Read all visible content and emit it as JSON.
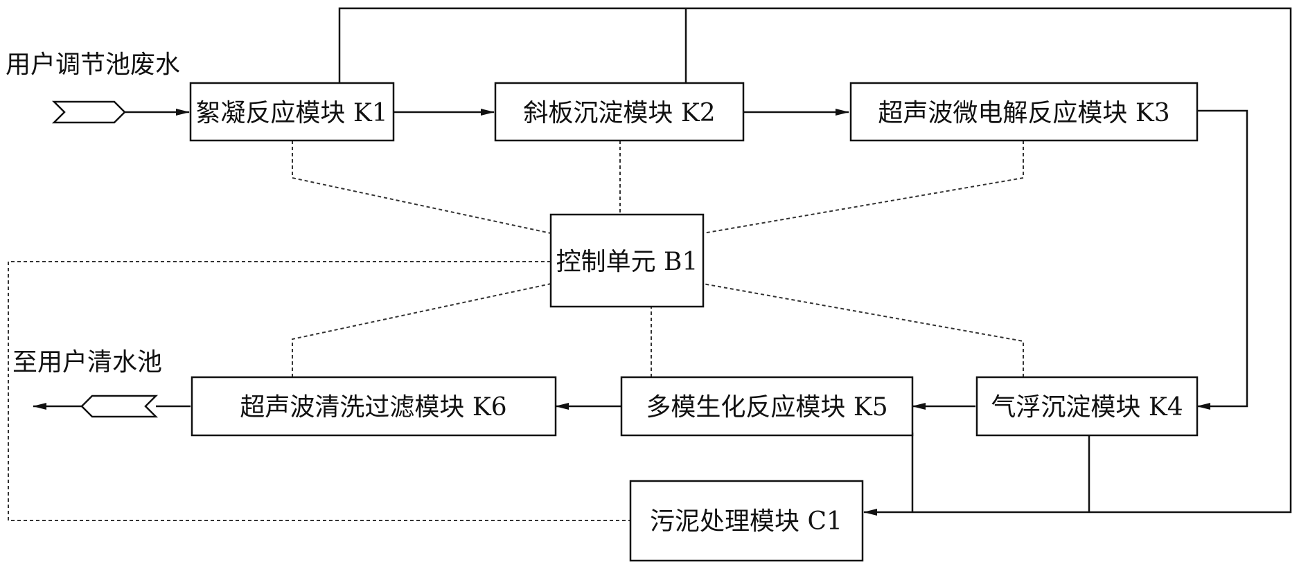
{
  "inputs": {
    "source_label": "用户调节池废水",
    "output_label": "至用户清水池"
  },
  "modules": {
    "k1": "絮凝反应模块 K1",
    "k2": "斜板沉淀模块 K2",
    "k3": "超声波微电解反应模块 K3",
    "k4": "气浮沉淀模块 K4",
    "k5": "多模生化反应模块 K5",
    "k6": "超声波清洗过滤模块 K6",
    "b1": "控制单元 B1",
    "c1": "污泥处理模块 C1"
  }
}
